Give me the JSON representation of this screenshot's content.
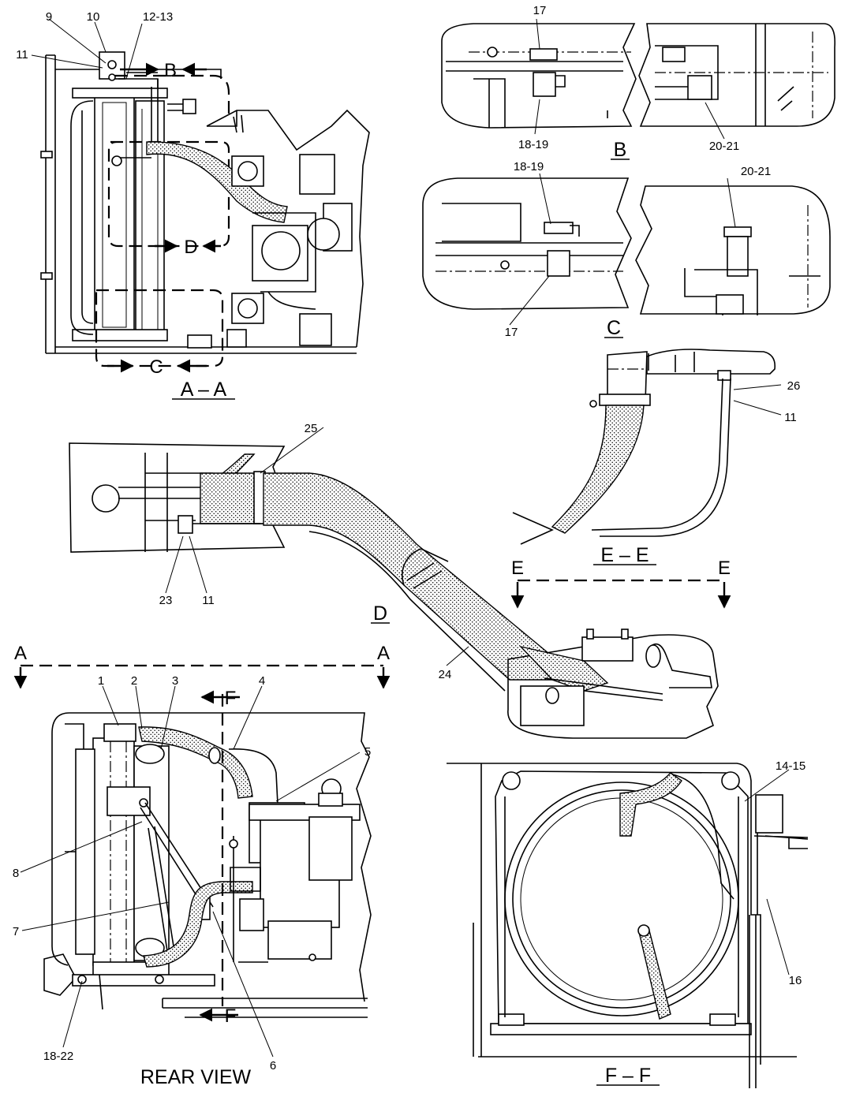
{
  "sections": {
    "aa": "A – A",
    "b": "B",
    "c": "C",
    "d": "D",
    "ee": "E – E",
    "ff": "F – F",
    "rear": "REAR VIEW"
  },
  "markers": {
    "a_left": "A",
    "a_right": "A",
    "b": "B",
    "c": "C",
    "d": "D",
    "e_left": "E",
    "e_right": "E",
    "f_top": "F",
    "f_bottom": "F"
  },
  "callouts": {
    "c9": "9",
    "c10": "10",
    "c11_aa": "11",
    "c12_13": "12-13",
    "c17_b": "17",
    "c18_19_b": "18-19",
    "c20_21_b": "20-21",
    "c18_19_c": "18-19",
    "c20_21_c": "20-21",
    "c17_c": "17",
    "c26": "26",
    "c11_ee": "11",
    "c25": "25",
    "c23": "23",
    "c11_d": "11",
    "c24": "24",
    "c1": "1",
    "c2": "2",
    "c3": "3",
    "c4": "4",
    "c5": "5",
    "c8": "8",
    "c7": "7",
    "c6": "6",
    "c18_22": "18-22",
    "c14_15": "14-15",
    "c16": "16"
  }
}
